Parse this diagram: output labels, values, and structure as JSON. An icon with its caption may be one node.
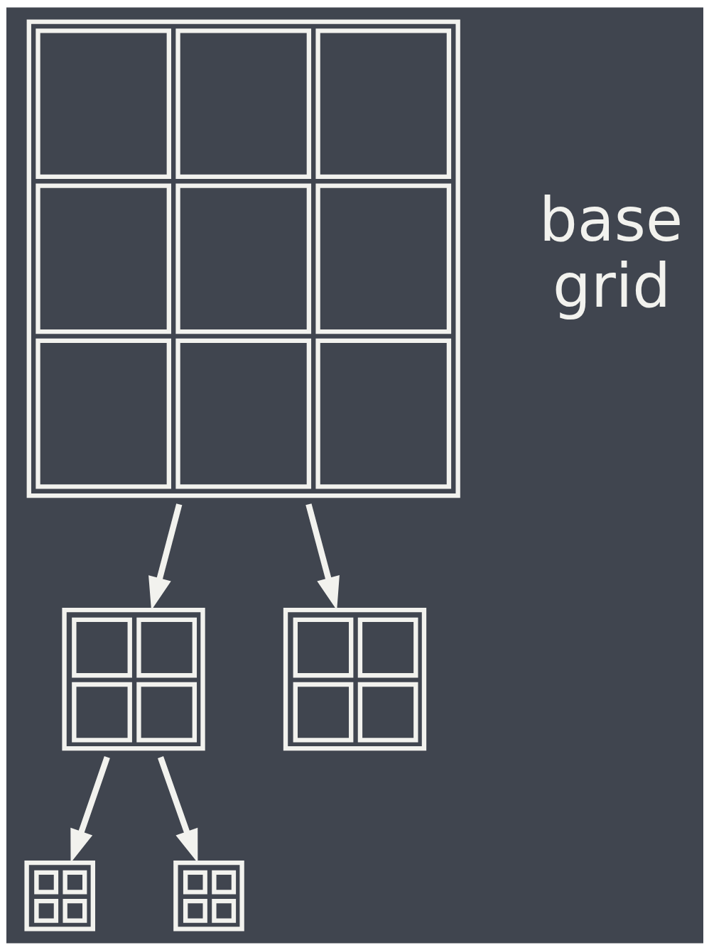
{
  "diagram": {
    "nodes": [
      {
        "text": [],
        "shape": "grid",
        "beside": [
          "base grid"
        ]
      },
      {
        "text": [],
        "shape": "grid"
      },
      {
        "text": [],
        "shape": "grid"
      },
      {
        "text": [],
        "shape": "grid"
      },
      {
        "text": [],
        "shape": "grid"
      }
    ],
    "edges": [
      {
        "from": 0,
        "to": 1,
        "arrow": "to"
      },
      {
        "from": 0,
        "to": 2,
        "arrow": "to"
      },
      {
        "from": 1,
        "to": 3,
        "arrow": "to"
      },
      {
        "from": 1,
        "to": 4,
        "arrow": "to"
      }
    ]
  }
}
